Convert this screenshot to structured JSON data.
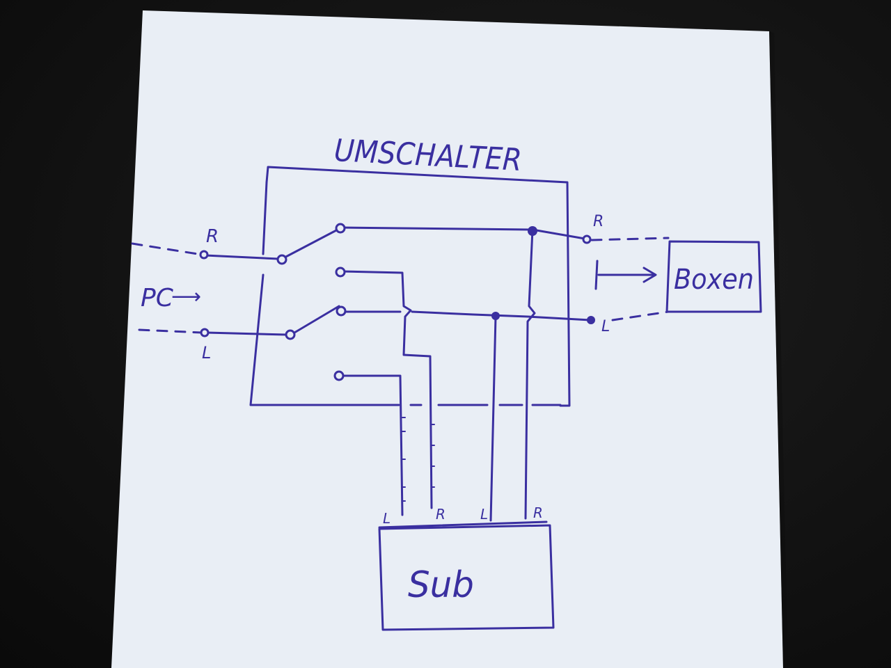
{
  "diagram": {
    "title": "UMSCHALTER",
    "input": {
      "label": "PC",
      "arrow_text": "⟶",
      "pin_right": "R",
      "pin_left": "L"
    },
    "output": {
      "box_label": "Boxen",
      "pin_right": "R",
      "pin_left": "L"
    },
    "subwoofer": {
      "box_label": "Sub",
      "pins": [
        "L",
        "R",
        "L",
        "R"
      ]
    }
  },
  "colors": {
    "ink": "#3a2fa0",
    "paper": "#e9eef5",
    "background": "#121212"
  }
}
